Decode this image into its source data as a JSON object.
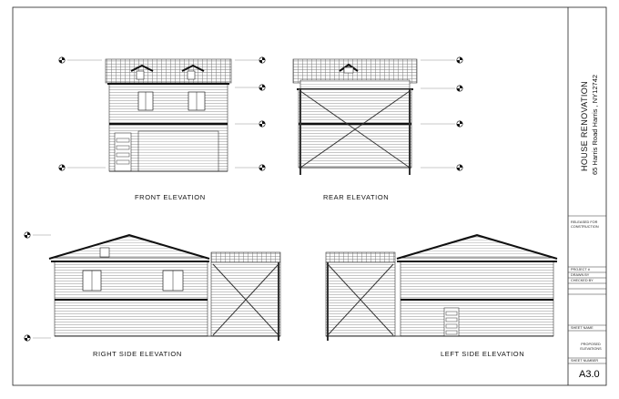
{
  "project": {
    "title": "HOUSE RENOVATION",
    "address": "65 Harris Road Harris , NY12742"
  },
  "elevations": {
    "front": "FRONT  ELEVATION",
    "rear": "REAR  ELEVATION",
    "right": "RIGHT SIDE  ELEVATION",
    "left": "LEFT SIDE  ELEVATION"
  },
  "title_block": {
    "released": "RELEASED FOR\nCONSTRUCTION",
    "project_no": "PROJECT #",
    "drawn_by": "DRAWN BY",
    "checked_by": "CHECKED BY",
    "sheet_name_label": "SHEET NAME",
    "sheet_name": "PROPOSED\nELEVATIONS",
    "sheet_number_label": "SHEET NUMBER",
    "sheet_number": "A3.0"
  },
  "colors": {
    "line": "#222222",
    "siding": "#9a9a9a",
    "roof": "#6e6e6e"
  }
}
